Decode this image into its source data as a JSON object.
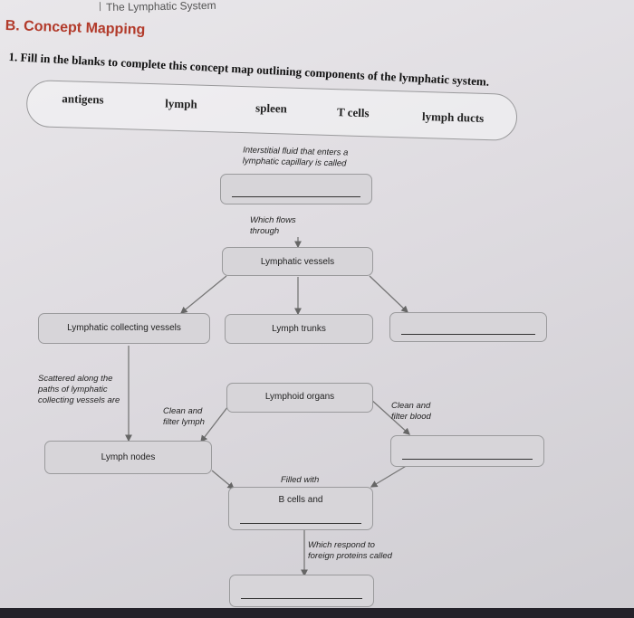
{
  "header": {
    "title": "The Lymphatic System"
  },
  "section": {
    "title": "B. Concept Mapping"
  },
  "instruction": {
    "text": "1.  Fill in the blanks to complete this concept map outlining components of the lymphatic system."
  },
  "word_bank": [
    "antigens",
    "lymph",
    "spleen",
    "T cells",
    "lymph ducts"
  ],
  "boxes": {
    "lymphatic_vessels": "Lymphatic vessels",
    "collecting_vessels": "Lymphatic collecting vessels",
    "lymph_trunks": "Lymph trunks",
    "lymphoid_organs": "Lymphoid organs",
    "lymph_nodes": "Lymph nodes",
    "b_cells": "B cells and"
  },
  "notes": {
    "interstitial": "Interstitial fluid that enters a\nlymphatic capillary is called",
    "which_flows": "Which flows\nthrough",
    "scattered": "Scattered along the\npaths of lymphatic\ncollecting vessels are",
    "clean_lymph": "Clean and\nfilter lymph",
    "clean_blood": "Clean and\nfilter blood",
    "filled_with": "Filled with",
    "which_respond": "Which respond to\nforeign proteins called"
  }
}
